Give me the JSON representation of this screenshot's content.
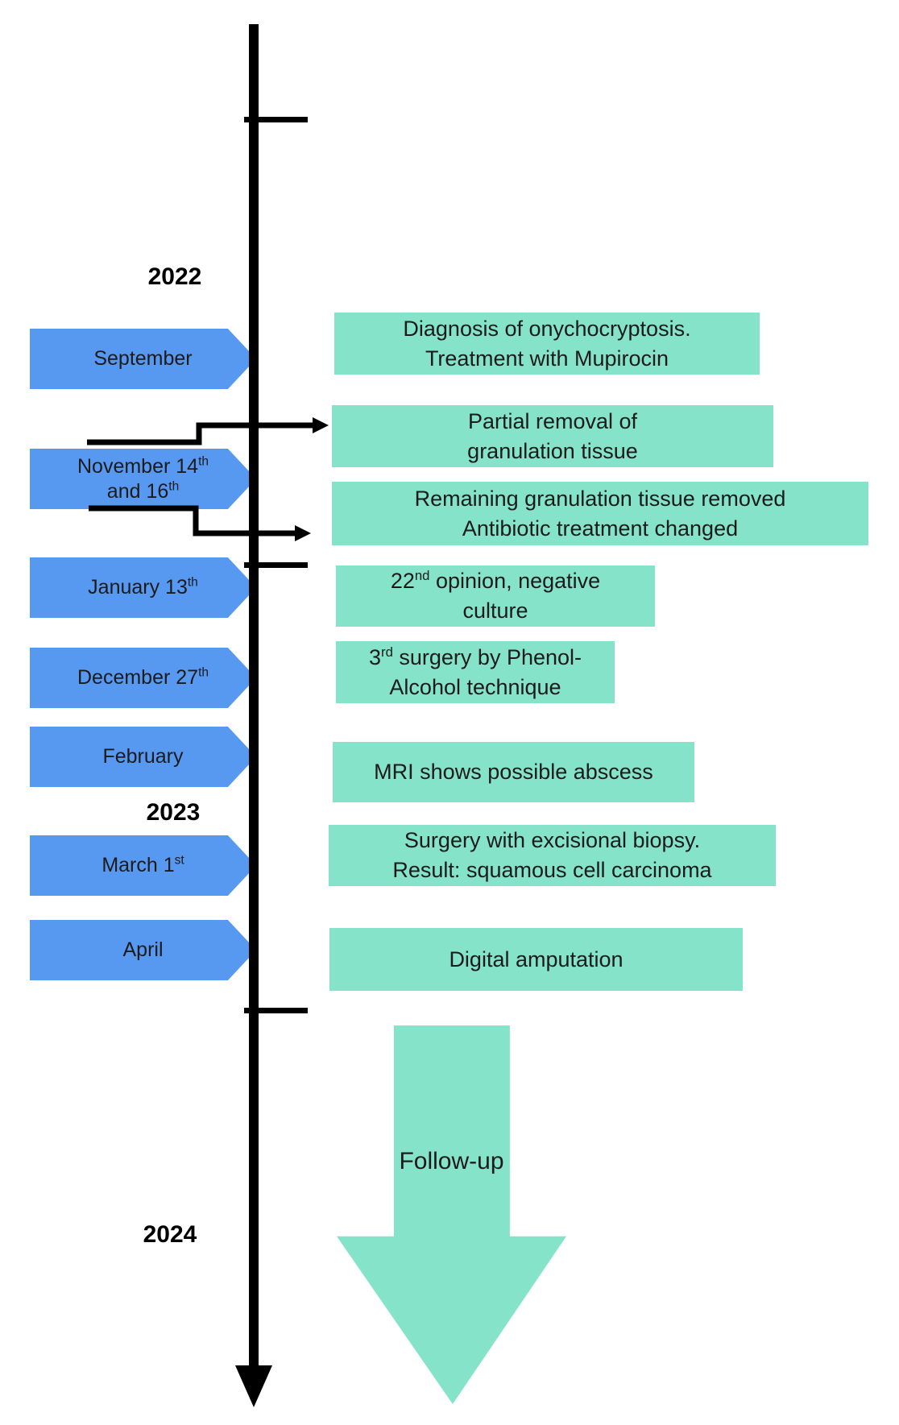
{
  "figure": {
    "type": "clinical-timeline"
  },
  "years": {
    "y2022": "2022",
    "y2023": "2023",
    "y2024": "2024"
  },
  "dates": {
    "september": {
      "text": "September"
    },
    "november": {
      "l1": "November 14",
      "l1sup": "th",
      "l2": "and 16",
      "l2sup": "th"
    },
    "january": {
      "text": "January 13",
      "sup": "th"
    },
    "december": {
      "text": "December 27",
      "sup": "th"
    },
    "february": {
      "text": "February"
    },
    "march": {
      "text": "March 1",
      "sup": "st"
    },
    "april": {
      "text": "April"
    }
  },
  "boxes": {
    "diagnosis": {
      "l1": "Diagnosis of onychocryptosis.",
      "l2": "Treatment with Mupirocin"
    },
    "partial": {
      "l1": "Partial removal of",
      "l2": "granulation tissue"
    },
    "remaining": {
      "l1": "Remaining granulation tissue removed",
      "l2": "Antibiotic treatment changed"
    },
    "opinion": {
      "pre": "22",
      "sup": "nd",
      "post": " opinion, negative",
      "l2": "culture"
    },
    "surgery3": {
      "pre": "3",
      "sup": "rd",
      "post": " surgery by Phenol-",
      "l2": "Alcohol technique"
    },
    "mri": {
      "l1": "MRI shows possible abscess"
    },
    "biopsy": {
      "l1": "Surgery with excisional biopsy.",
      "l2": "Result: squamous cell carcinoma"
    },
    "amputation": {
      "l1": "Digital amputation"
    }
  },
  "followup": {
    "label": "Follow-up"
  },
  "colors": {
    "date_arrow_blue": "#5799F1",
    "event_box_teal": "#84E3C8",
    "axis_black": "#000000"
  }
}
